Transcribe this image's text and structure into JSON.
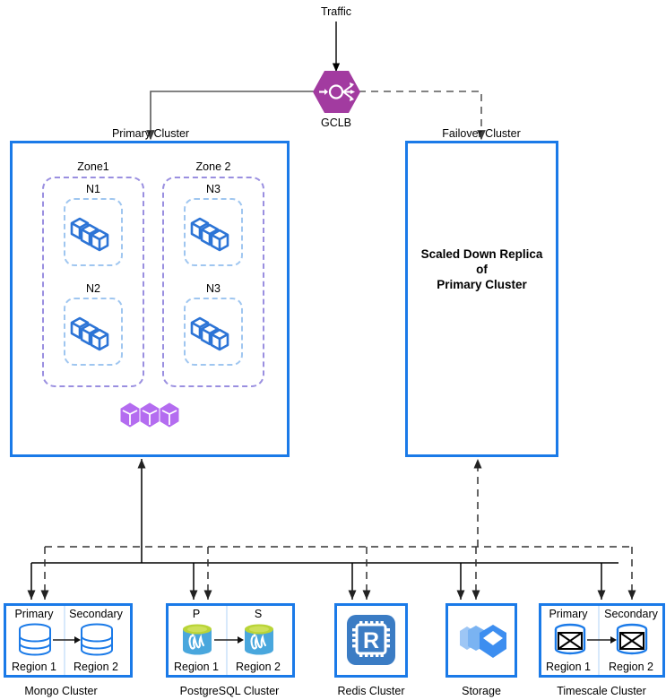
{
  "diagram": {
    "title_text": "Traffic",
    "gclb": {
      "label": "GCLB",
      "icon": "load-balancer-icon",
      "color": "#a23ba0"
    },
    "primary_cluster": {
      "label": "Primary Cluster",
      "zones": [
        {
          "label": "Zone1",
          "nodes": [
            {
              "label": "N1",
              "icon": "cube-stack-icon"
            },
            {
              "label": "N2",
              "icon": "cube-stack-icon"
            }
          ]
        },
        {
          "label": "Zone 2",
          "nodes": [
            {
              "label": "N3",
              "icon": "cube-stack-icon"
            },
            {
              "label": "N3",
              "icon": "cube-stack-icon"
            }
          ]
        }
      ],
      "extra_icon": "purple-cube-cluster-icon"
    },
    "failover_cluster": {
      "label": "Failover Cluster",
      "body_line1": "Scaled Down Replica",
      "body_line2": "of",
      "body_line3": "Primary Cluster"
    },
    "datastores": [
      {
        "name": "Mongo Cluster",
        "kind": "two-region",
        "left_label": "Primary",
        "right_label": "Secondary",
        "left_region": "Region 1",
        "right_region": "Region 2",
        "icon": "mongo-db-icon"
      },
      {
        "name": "PostgreSQL Cluster",
        "kind": "two-region",
        "left_label": "P",
        "right_label": "S",
        "left_region": "Region 1",
        "right_region": "Region 2",
        "icon": "postgres-db-icon"
      },
      {
        "name": "Redis Cluster",
        "kind": "single",
        "icon": "redis-icon"
      },
      {
        "name": "Storage",
        "kind": "single",
        "icon": "cloud-storage-icon"
      },
      {
        "name": "Timescale Cluster",
        "kind": "two-region",
        "left_label": "Primary",
        "right_label": "Secondary",
        "left_region": "Region 1",
        "right_region": "Region 2",
        "icon": "timescale-db-icon"
      }
    ],
    "colors": {
      "cluster_border": "#1a7ae8",
      "zone_dash": "#9a8fe0",
      "node_dash": "#9fc6f0",
      "gclb": "#a23ba0",
      "purple_cube": "#b46cf0",
      "connector_solid": "#000000",
      "connector_dashed": "#555555"
    }
  }
}
